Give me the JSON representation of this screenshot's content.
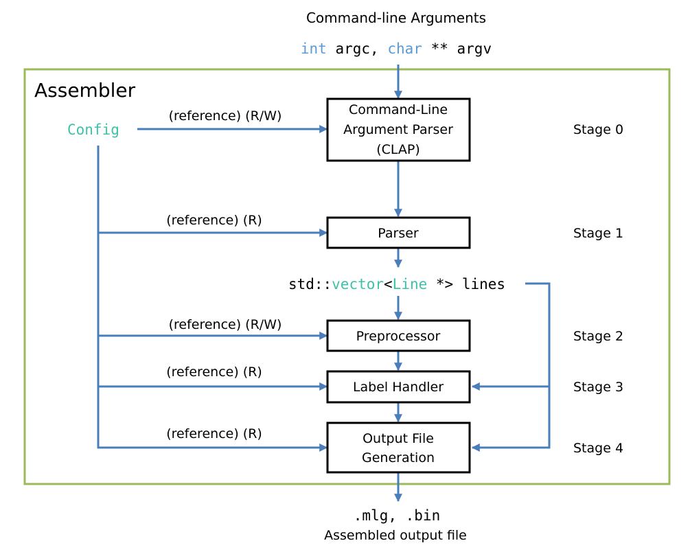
{
  "title": "Assembler",
  "input": {
    "caption": "Command-line Arguments",
    "code": {
      "t1": "int",
      "t2": " argc, ",
      "t3": "char",
      "t4": " ** argv"
    }
  },
  "output": {
    "code": ".mlg, .bin",
    "caption": "Assembled output file"
  },
  "config_label": "Config",
  "vector": {
    "p1": "std::",
    "p2": "vector",
    "p3": "<",
    "p4": "Line",
    "p5": " *> lines"
  },
  "blocks": {
    "clap": [
      "Command-Line",
      "Argument Parser",
      "(CLAP)"
    ],
    "parser": "Parser",
    "preprocessor": "Preprocessor",
    "label_handler": "Label Handler",
    "output_gen": [
      "Output File",
      "Generation"
    ]
  },
  "stages": [
    "Stage 0",
    "Stage 1",
    "Stage 2",
    "Stage 3",
    "Stage 4"
  ],
  "edge_labels": [
    "(reference) (R/W)",
    "(reference) (R)",
    "(reference) (R/W)",
    "(reference) (R)",
    "(reference) (R)"
  ],
  "colors": {
    "frame": "#9bbb59",
    "connector": "#4a7ebb",
    "keyword": "#5b9bd5",
    "type": "#3fc1a8"
  }
}
